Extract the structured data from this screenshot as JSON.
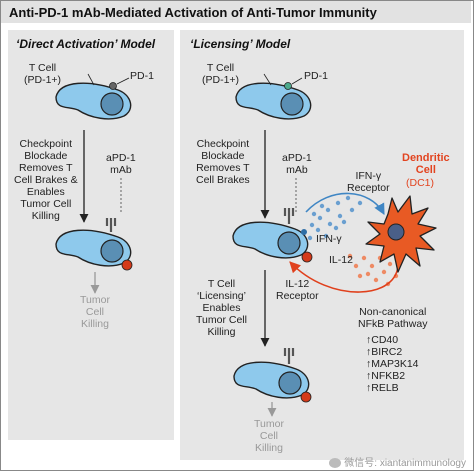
{
  "header": {
    "title": "Anti-PD-1 mAb-Mediated Activation of Anti-Tumor Immunity"
  },
  "left_panel": {
    "title": "‘Direct Activation’ Model",
    "tcell_label": "T Cell\n(PD-1+)",
    "pd1_label": "PD-1",
    "blockade_text": "Checkpoint\nBlockade\nRemoves T\nCell Brakes &\nEnables\nTumor Cell\nKilling",
    "apd1_label": "aPD-1\nmAb",
    "killing_label": "Tumor\nCell\nKilling"
  },
  "right_panel": {
    "title": "‘Licensing’ Model",
    "tcell_label": "T Cell\n(PD-1+)",
    "pd1_label": "PD-1",
    "blockade_text": "Checkpoint\nBlockade\nRemoves T\nCell Brakes",
    "apd1_label": "aPD-1\nmAb",
    "dc_title": "Dendritic\nCell",
    "dc_subtitle": "(DC1)",
    "ifng_receptor": "IFN-γ\nReceptor",
    "ifng": "IFN-γ",
    "il12": "IL-12",
    "il12_receptor": "IL-12\nReceptor",
    "licensing_text": "T Cell\n‘Licensing’\nEnables\nTumor Cell\nKilling",
    "nfkb_title": "Non-canonical\nNFkB Pathway",
    "genes": [
      "↑CD40",
      "↑BIRC2",
      "↑MAP3K14",
      "↑NFKB2",
      "↑RELB"
    ],
    "killing_label": "Tumor\nCell\nKilling"
  },
  "watermark": {
    "text": "微信号: xiantanimmunology"
  },
  "colors": {
    "tcell": "#8ec9ec",
    "nucleus": "#5a8fb4",
    "dendritic": "#e85a24",
    "tumor_dot": "#d43a1a",
    "pd1_dot": "#666666",
    "ifng_dot": "#6a9fd0",
    "il12_dot": "#ee8a64"
  }
}
